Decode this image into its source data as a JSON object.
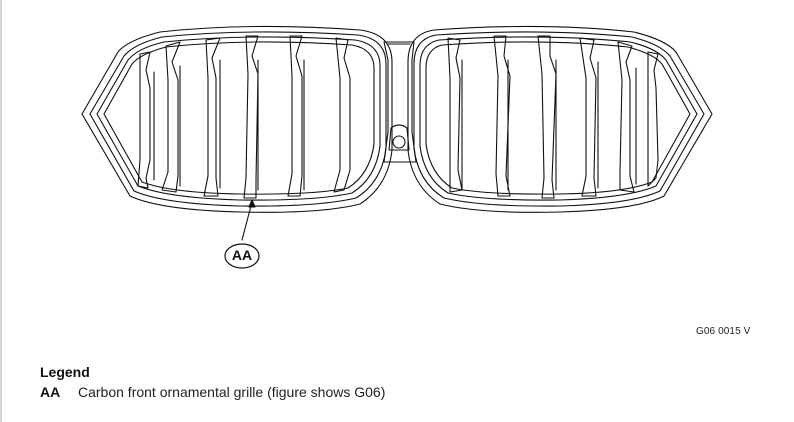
{
  "figure": {
    "callout_label": "AA",
    "figure_code": "G06 0015 V",
    "stroke_color": "#111111",
    "background": "#ffffff"
  },
  "legend": {
    "title": "Legend",
    "items": [
      {
        "key": "AA",
        "description": "Carbon front ornamental grille (figure shows G06)"
      }
    ]
  }
}
